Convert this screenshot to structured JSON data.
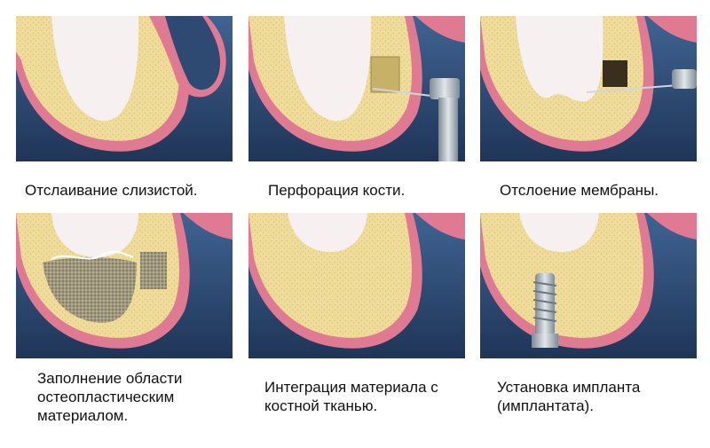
{
  "steps": [
    {
      "caption": "Отслаивание слизистой."
    },
    {
      "caption": "Перфорация кости."
    },
    {
      "caption": "Отслоение мембраны."
    },
    {
      "caption": "Заполнение области остеопластическим материалом."
    },
    {
      "caption": "Интеграция материала с костной тканью."
    },
    {
      "caption": "Установка импланта (имплантата)."
    }
  ],
  "colors": {
    "background": "#2f4a72",
    "gum": "#e07a93",
    "bone": "#f0dc9a",
    "sinus": "#f6f0f0",
    "graft": "#a19a80",
    "instrument": "#aab4bd"
  }
}
